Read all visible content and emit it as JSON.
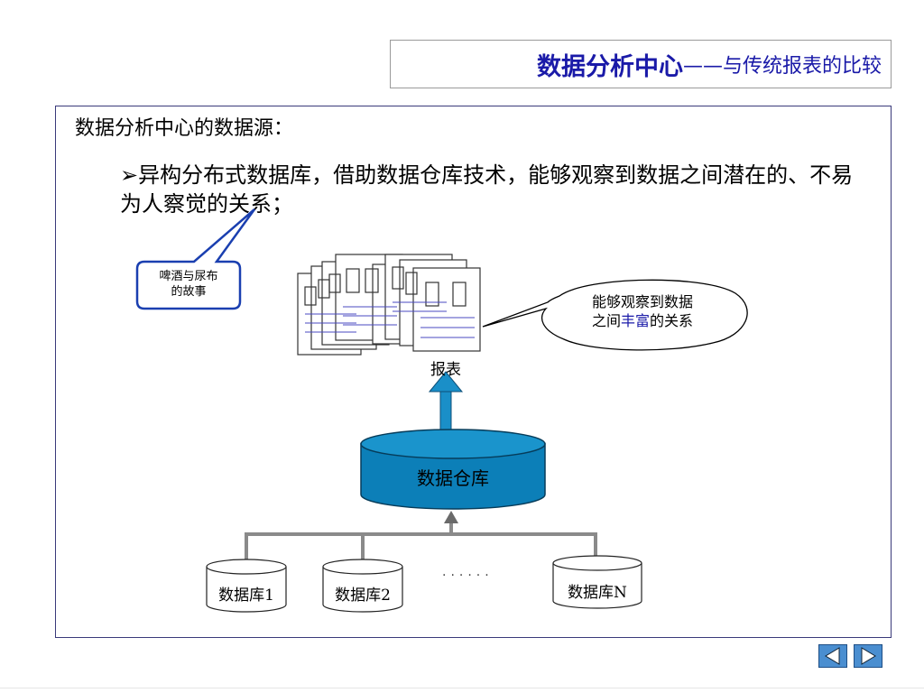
{
  "title": {
    "main": "数据分析中心",
    "sub": "——与传统报表的比较"
  },
  "heading": "数据分析中心的数据源：",
  "bullet": {
    "marker": "➢",
    "text": "异构分布式数据库，借助数据仓库技术，能够观察到数据之间潜在的、不易为人察觉的关系；"
  },
  "callout_left": {
    "line1": "啤酒与尿布",
    "line2": "的故事"
  },
  "callout_right": {
    "line1": "能够观察到数据",
    "line2_pre": "之间",
    "line2_highlight": "丰富",
    "line2_post": "的关系"
  },
  "reports_label": "报表",
  "warehouse_label": "数据仓库",
  "databases": [
    "数据库1",
    "数据库2",
    "数据库N"
  ],
  "ellipsis": "······",
  "colors": {
    "title": "#1a1aa8",
    "warehouse": "#0c7fb8",
    "arrow": "#1a8fc8",
    "connector": "#8a8a8a",
    "callout_border": "#1a3fb0"
  }
}
